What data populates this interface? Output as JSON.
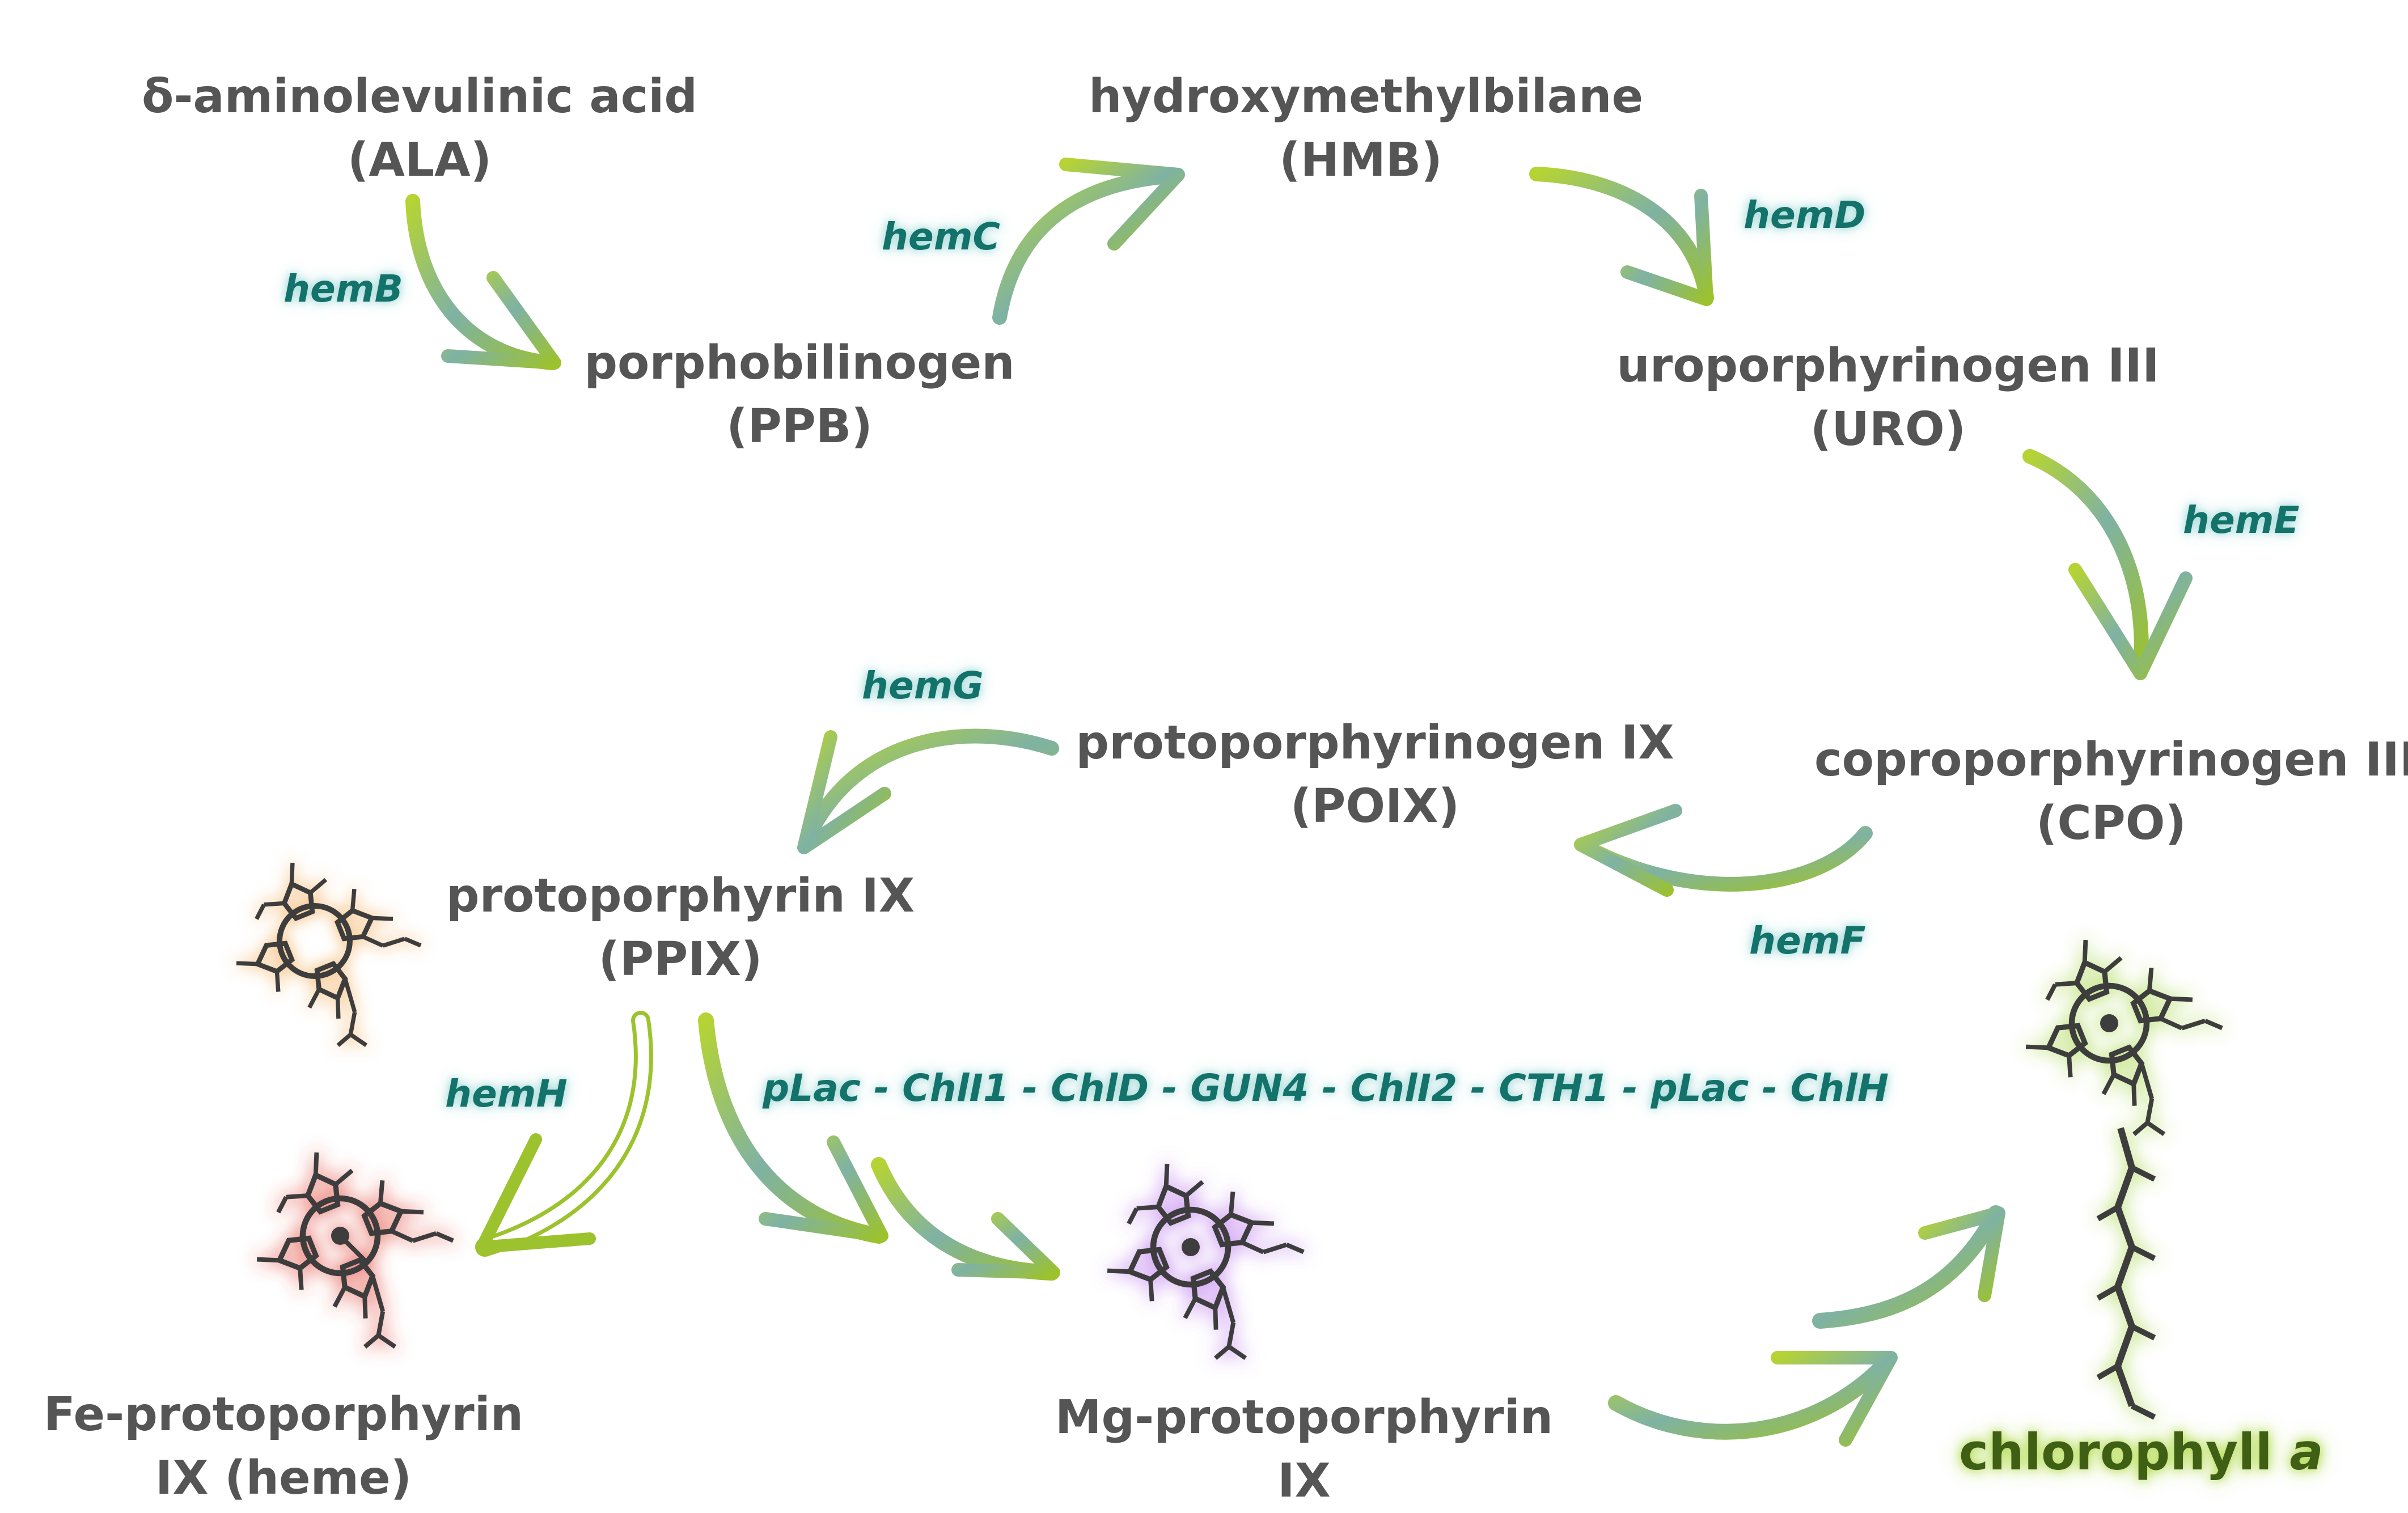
{
  "compounds": {
    "ala": {
      "name": "δ-aminolevulinic acid",
      "abbr": "(ALA)"
    },
    "ppb": {
      "name": "porphobilinogen",
      "abbr": "(PPB)"
    },
    "hmb": {
      "name": "hydroxymethylbilane",
      "abbr": "(HMB)"
    },
    "uro": {
      "name": "uroporphyrinogen III",
      "abbr": "(URO)"
    },
    "cpo": {
      "name": "coproporphyrinogen III",
      "abbr": "(CPO)"
    },
    "poix": {
      "name": "protoporphyrinogen IX",
      "abbr": "(POIX)"
    },
    "ppix": {
      "name": "protoporphyrin IX",
      "abbr": "(PPIX)"
    },
    "heme": {
      "name": "Fe-protoporphyrin",
      "abbr": "IX (heme)"
    },
    "mgp": {
      "name": "Mg-protoporphyrin",
      "abbr": "IX"
    },
    "chla": {
      "name": "chlorophyll",
      "suffix": "a"
    }
  },
  "enzymes": {
    "hemB": "hemB",
    "hemC": "hemC",
    "hemD": "hemD",
    "hemE": "hemE",
    "hemF": "hemF",
    "hemG": "hemG",
    "hemH": "hemH",
    "mg_branch": "pLac - ChlI1 - ChlD - GUN4 - ChlI2 - CTH1 - pLac - ChlH"
  },
  "colors": {
    "arrow": "#9cc22e",
    "enzyme_text": "#13726a",
    "compound_text": "#555555",
    "ppix_glow": "#f0a040",
    "heme_glow": "#e03a2a",
    "mg_glow": "#b060e8",
    "chl_glow": "#9fd13a"
  }
}
